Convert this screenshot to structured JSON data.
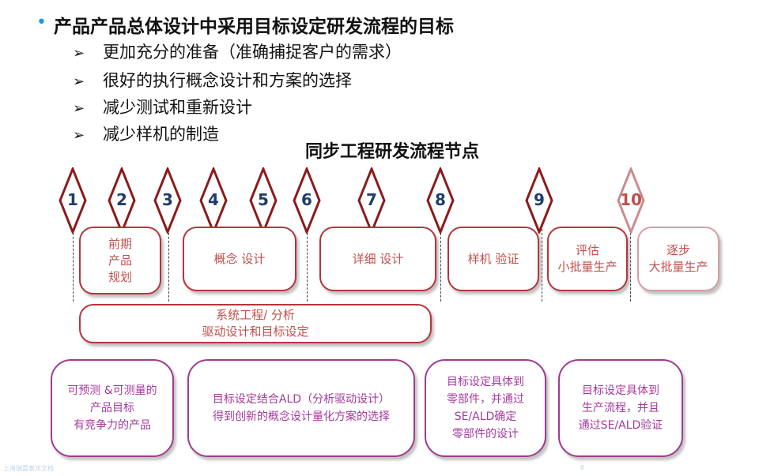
{
  "heading": {
    "bullet": "•",
    "title": "产品产品总体设计中采用目标设定研发流程的目标",
    "arrow_glyph": "➢",
    "points": [
      "更加充分的准备（准确捕捉客户的需求）",
      "很好的执行概念设计和方案的选择",
      "减少测试和重新设计",
      "减少样机的制造"
    ]
  },
  "diagram": {
    "title": "同步工程研发流程节点",
    "nodes": [
      "1",
      "2",
      "3",
      "4",
      "5",
      "6",
      "7",
      "8",
      "9",
      "10"
    ],
    "phases": [
      "前期\n产品\n规划",
      "概念 设计",
      "详细 设计",
      "样机 验证",
      "评估\n小批量生产",
      "逐步\n大批量生产"
    ],
    "system_bar": "系统工程/ 分析\n驱动设计和目标设定",
    "goals": [
      "可预测 &可测量的\n产品目标\n有竞争力的产品",
      "目标设定结合ALD（分析驱动设计）\n得到创新的概念设计量化方案的选择",
      "目标设定具体到\n零部件，并通过\nSE/ALD确定\n零部件的设计",
      "目标设定具体到\n生产流程，并且\n通过SE/ALD验证"
    ],
    "colors": {
      "node_border": "#8b1a1a",
      "node_number": "#1f3c6e",
      "phase_text": "#c0504d",
      "goal_border": "#a03b8f"
    }
  },
  "footer": {
    "left": "上海瑞嘉泰龙文档",
    "right": "8"
  }
}
